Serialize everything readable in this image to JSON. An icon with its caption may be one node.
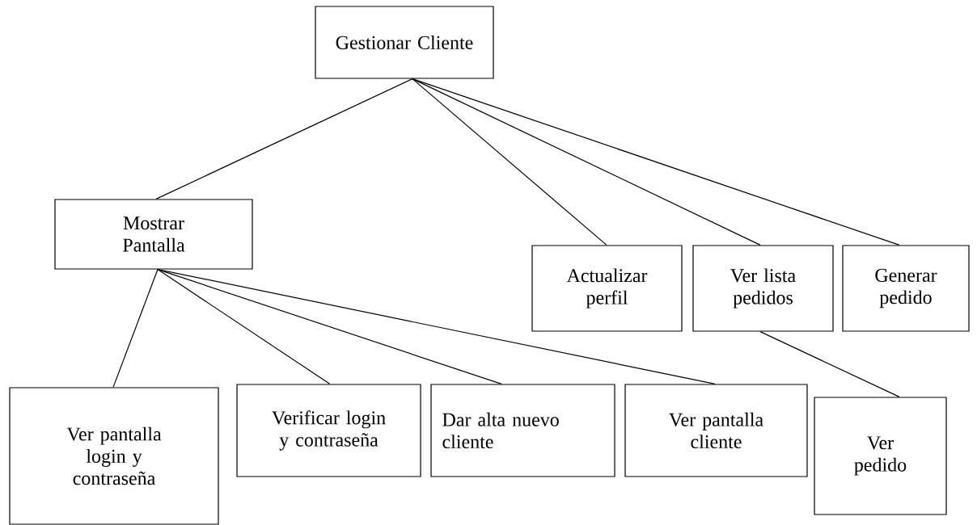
{
  "diagram": {
    "nodes": [
      {
        "text": [
          "Gestionar Cliente"
        ]
      },
      {
        "text": [
          "Mostrar Pantalla"
        ]
      },
      {
        "text": [
          "Actualizar perfil"
        ]
      },
      {
        "text": [
          "Ver lista pedidos"
        ]
      },
      {
        "text": [
          "Generar pedido"
        ]
      },
      {
        "text": [
          "Ver pantalla login y contraseña"
        ]
      },
      {
        "text": [
          "Verificar login y contraseña"
        ]
      },
      {
        "text": [
          "Dar alta nuevo cliente"
        ]
      },
      {
        "text": [
          "Ver pantalla cliente"
        ]
      },
      {
        "text": [
          "Ver pedido"
        ]
      }
    ],
    "edges": [
      {
        "from": 0,
        "to": 1,
        "arrow": "none"
      },
      {
        "from": 0,
        "to": 2,
        "arrow": "none"
      },
      {
        "from": 0,
        "to": 3,
        "arrow": "none"
      },
      {
        "from": 0,
        "to": 4,
        "arrow": "none"
      },
      {
        "from": 1,
        "to": 5,
        "arrow": "none"
      },
      {
        "from": 1,
        "to": 6,
        "arrow": "none"
      },
      {
        "from": 1,
        "to": 7,
        "arrow": "none"
      },
      {
        "from": 1,
        "to": 8,
        "arrow": "none"
      },
      {
        "from": 3,
        "to": 9,
        "arrow": "none"
      }
    ]
  }
}
